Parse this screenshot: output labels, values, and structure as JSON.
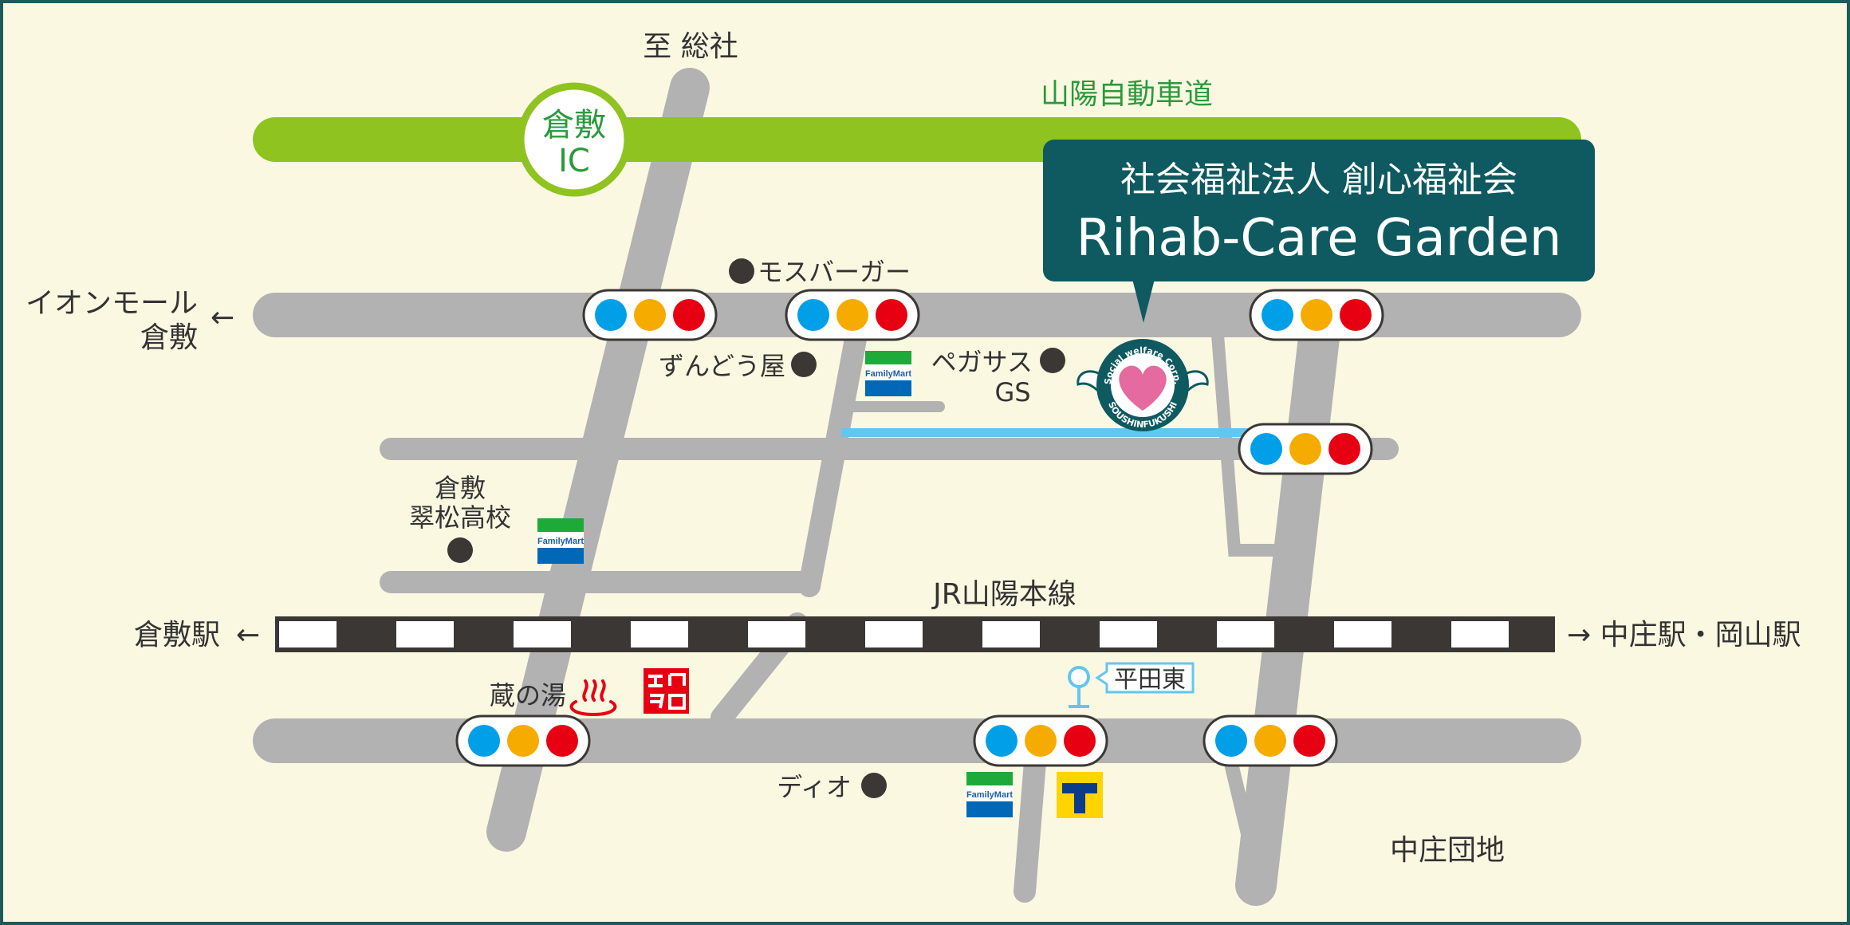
{
  "colors": {
    "background": "#fbf8e2",
    "border": "#1d5a5e",
    "road": "#b2b2b2",
    "expressway": "#8fc31f",
    "rail_dark": "#3b3734",
    "river": "#63c6ee",
    "facility_box": "#0e5a60",
    "signal_blue": "#009fe8",
    "signal_yellow": "#f6ab00",
    "signal_red": "#e60012",
    "familymart_green": "#1eaa39",
    "familymart_blue": "#0068b7",
    "uniqlo_red": "#e60012",
    "tsutaya_yellow": "#ffd400",
    "tsutaya_blue": "#0b3c8c"
  },
  "facility": {
    "line1": "社会福祉法人 創心福祉会",
    "line2": "Rihab-Care Garden",
    "logo_top": "Social welfare Corp.",
    "logo_bottom": "SOUSHINFUKUSHI"
  },
  "labels": {
    "to_soja": "至 総社",
    "expressway": "山陽自動車道",
    "ic_line1": "倉敷",
    "ic_line2": "IC",
    "aeon_line1": "イオンモール",
    "aeon_line2": "倉敷",
    "arrow_left": "←",
    "mos": "モスバーガー",
    "zundouya": "ずんどう屋",
    "pegasus_line1": "ペガサス",
    "pegasus_line2": "GS",
    "school_line1": "倉敷",
    "school_line2": "翠松高校",
    "jr_line": "JR山陽本線",
    "kurashiki_station": "倉敷駅",
    "east_stations": "→ 中庄駅・岡山駅",
    "kuranoyu": "蔵の湯",
    "bus_stop": "平田東",
    "dio": "ディオ",
    "nakasho_danchi": "中庄団地",
    "familymart": "FamilyMart"
  },
  "icons": {
    "bus_stop": "bus-stop-icon",
    "onsen": "hot-spring-icon",
    "uniqlo": "uniqlo-logo",
    "tsutaya": "tsutaya-logo",
    "familymart": "familymart-logo",
    "signal": "traffic-signal-icon",
    "landmark": "landmark-dot-icon",
    "facility_logo": "heart-with-wings-logo"
  }
}
